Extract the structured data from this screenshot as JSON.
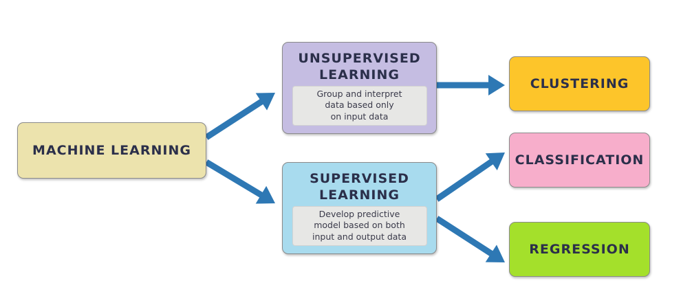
{
  "colors": {
    "arrow": "#2e78b4",
    "machine_learning": "#ece3ad",
    "unsupervised": "#c5bde2",
    "supervised": "#a8dbee",
    "clustering": "#fdc52a",
    "classification": "#f7aecb",
    "regression": "#a4e02b",
    "description_bg": "#e7e7e5"
  },
  "nodes": {
    "machine_learning": {
      "title": "MACHINE LEARNING"
    },
    "unsupervised": {
      "title": "UNSUPERVISED\nLEARNING",
      "description": "Group and interpret\ndata based only\non input data"
    },
    "supervised": {
      "title": "SUPERVISED\nLEARNING",
      "description": "Develop predictive\nmodel based on both\ninput and output data"
    },
    "clustering": {
      "title": "CLUSTERING"
    },
    "classification": {
      "title": "CLASSIFICATION"
    },
    "regression": {
      "title": "REGRESSION"
    }
  },
  "edges": [
    {
      "from": "machine_learning",
      "to": "unsupervised"
    },
    {
      "from": "machine_learning",
      "to": "supervised"
    },
    {
      "from": "unsupervised",
      "to": "clustering"
    },
    {
      "from": "supervised",
      "to": "classification"
    },
    {
      "from": "supervised",
      "to": "regression"
    }
  ]
}
